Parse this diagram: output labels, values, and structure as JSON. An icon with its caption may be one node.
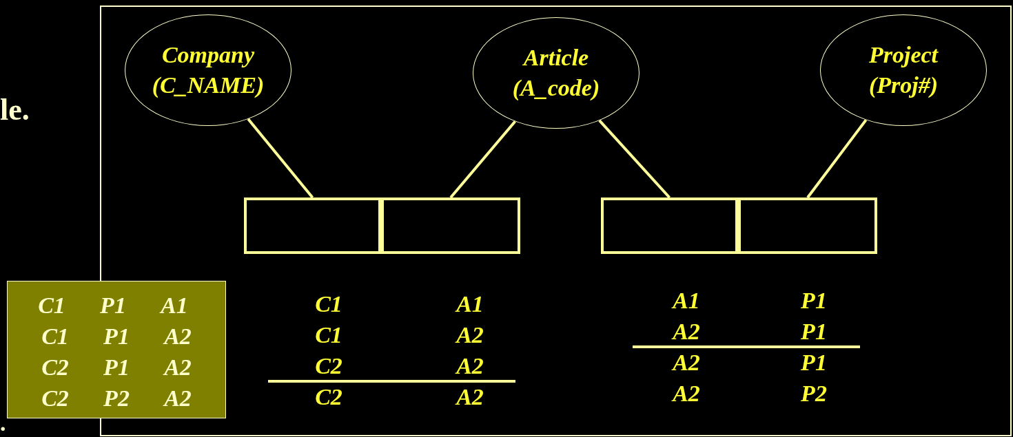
{
  "diagram": {
    "nodes": [
      {
        "text": [
          "Company (C_NAME)"
        ]
      },
      {
        "text": [
          "Article (A_code)"
        ]
      },
      {
        "text": [
          "Project (Proj#)"
        ]
      },
      {
        "text": [],
        "shape": "box"
      },
      {
        "text": [],
        "shape": "box"
      },
      {
        "text": [],
        "shape": "box"
      },
      {
        "text": [],
        "shape": "box"
      }
    ],
    "edges": [
      {
        "from": 0,
        "to": 3,
        "arrow": "none"
      },
      {
        "from": 1,
        "to": 4,
        "arrow": "none"
      },
      {
        "from": 1,
        "to": 5,
        "arrow": "none"
      },
      {
        "from": 2,
        "to": 6,
        "arrow": "none"
      }
    ],
    "labels": [
      "le.",
      "C1",
      "P1",
      "A1",
      "C1",
      "P1",
      "A2",
      "C2",
      "P1",
      "A2",
      "C2",
      "P2",
      "A2",
      "C1",
      "A1",
      "C1",
      "A2",
      "C2",
      "A2",
      "C2",
      "A2",
      "A1",
      "P1",
      "A2",
      "P1",
      "A2",
      "P1",
      "A2",
      "P2",
      "."
    ]
  }
}
